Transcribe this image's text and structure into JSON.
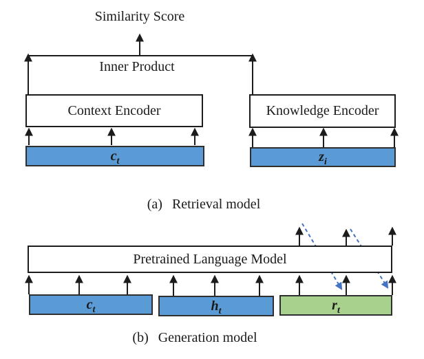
{
  "retrieval": {
    "output_label": "Similarity Score",
    "operation_label": "Inner Product",
    "left_encoder_label": "Context Encoder",
    "right_encoder_label": "Knowledge Encoder",
    "left_input": {
      "base": "c",
      "sub": "t"
    },
    "right_input": {
      "base": "z",
      "sub": "i"
    },
    "caption_index": "(a)",
    "caption_text": "Retrieval model"
  },
  "generation": {
    "model_label": "Pretrained Language Model",
    "inputs": [
      {
        "base": "c",
        "sub": "t"
      },
      {
        "base": "h",
        "sub": "t"
      },
      {
        "base": "r",
        "sub": "t"
      }
    ],
    "caption_index": "(b)",
    "caption_text": "Generation model"
  },
  "colors": {
    "context_box_fill": "#5B9BD5",
    "response_box_fill": "#A9D18E",
    "box_border": "#2e2e2e",
    "arrow": "#1c1c1c",
    "feedback_arrow": "#4472C4"
  }
}
